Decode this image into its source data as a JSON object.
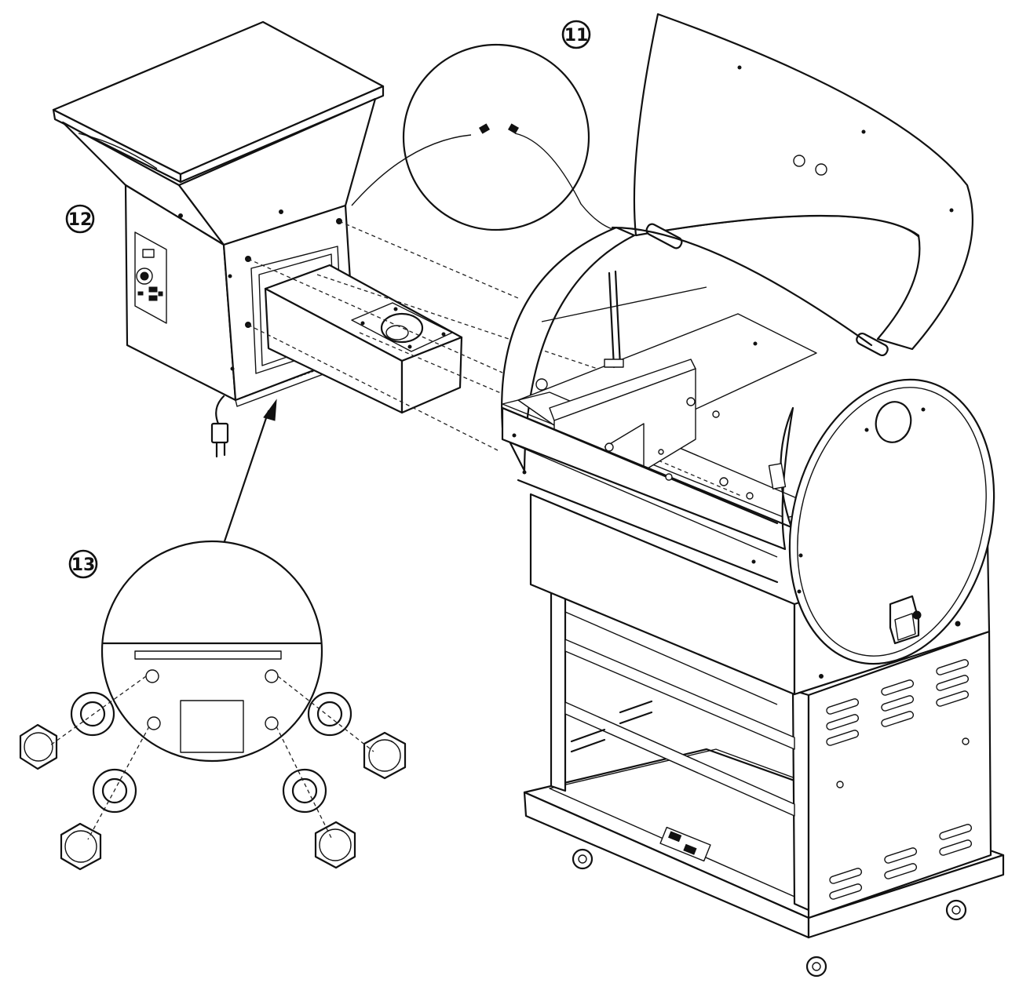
{
  "callouts": [
    {
      "id": "11",
      "label": "11"
    },
    {
      "id": "12",
      "label": "12"
    },
    {
      "id": "13",
      "label": "13"
    }
  ],
  "colors": {
    "line": "#111111",
    "background": "#ffffff"
  }
}
